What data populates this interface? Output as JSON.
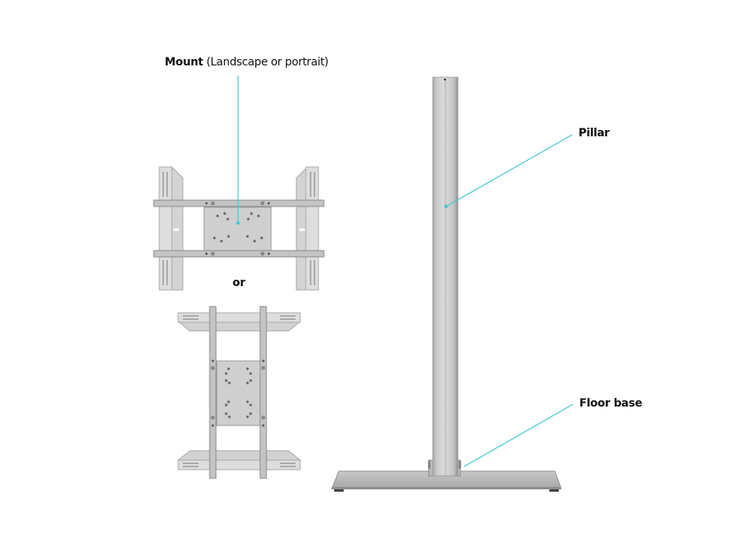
{
  "labels": {
    "mount_title": "Mount",
    "mount_subtitle": "(Landscape or portrait)",
    "or": "or",
    "pillar": "Pillar",
    "floor_base": "Floor base"
  },
  "colors": {
    "callout_line": "#3fc6d6",
    "metal_light": "#d8d8d8",
    "metal_mid": "#bdbdbd",
    "metal_dark": "#8f8f8f",
    "text": "#111111",
    "background": "#ffffff"
  }
}
